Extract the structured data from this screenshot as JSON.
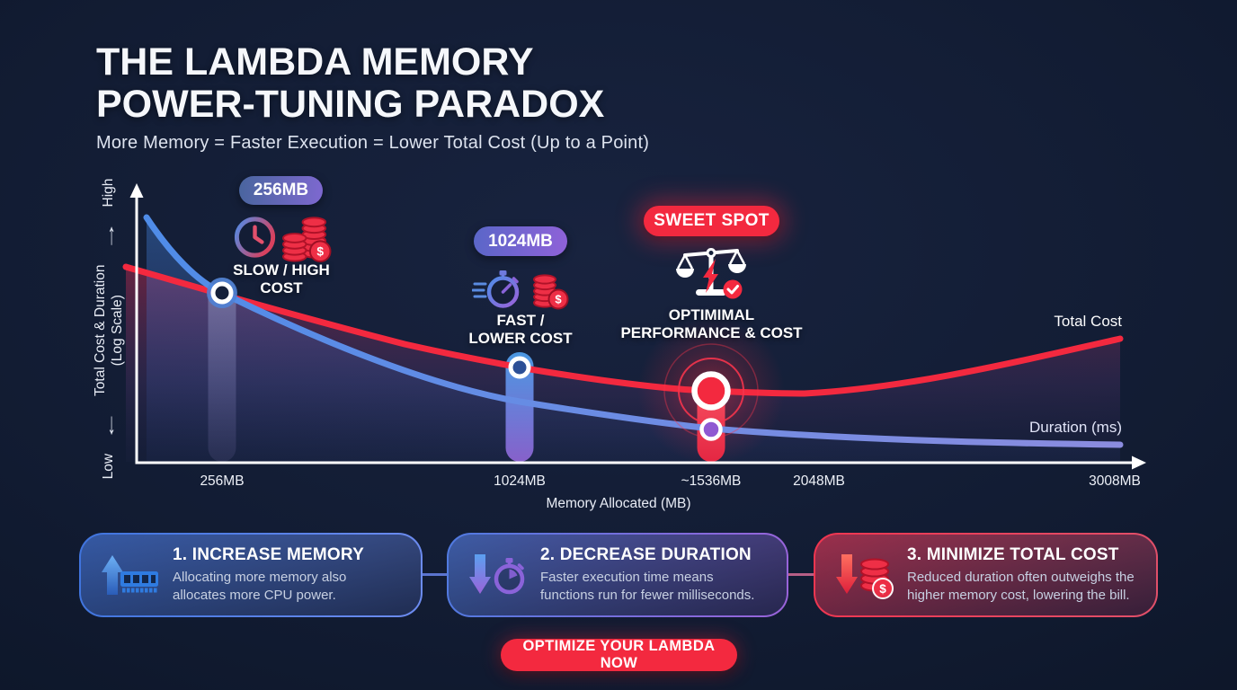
{
  "header": {
    "title_line1": "THE LAMBDA MEMORY",
    "title_line2": "POWER-TUNING PARADOX",
    "subtitle": "More Memory = Faster Execution = Lower Total Cost (Up to a Point)"
  },
  "chart": {
    "y_axis": {
      "high": "High",
      "low": "Low",
      "arrow_to_high": "→",
      "arrow_to_low": "←",
      "label_line1": "Total Cost & Duration",
      "label_line2": "(Log Scale)"
    },
    "x_axis": {
      "label": "Memory Allocated (MB)",
      "ticks": [
        "256MB",
        "1024MB",
        "~1536MB",
        "2048MB",
        "3008MB"
      ]
    },
    "legend": {
      "total_cost": "Total Cost",
      "duration": "Duration (ms)"
    },
    "annotations": {
      "low": {
        "badge": "256MB",
        "caption_line1": "SLOW / HIGH",
        "caption_line2": "COST"
      },
      "mid": {
        "badge": "1024MB",
        "caption_line1": "FAST /",
        "caption_line2": "LOWER COST"
      },
      "sweet": {
        "badge": "SWEET SPOT",
        "caption_line1": "OPTIMIMAL",
        "caption_line2": "PERFORMANCE & COST"
      }
    }
  },
  "chart_data": {
    "type": "line",
    "title": "The Lambda Memory Power-Tuning Paradox",
    "xlabel": "Memory Allocated (MB)",
    "ylabel": "Total Cost & Duration (Log Scale)",
    "x_ticks": [
      "256MB",
      "1024MB",
      "~1536MB",
      "2048MB",
      "3008MB"
    ],
    "x_scale_note": "stylized non-linear memory axis, no numeric y ticks (qualitative Low to High)",
    "y_scale": "relative position, 0 = Low, 1 = High",
    "series": [
      {
        "name": "Duration (ms)",
        "color": "#6f8ce4",
        "x_mb": [
          128,
          256,
          512,
          1024,
          1536,
          2048,
          3008
        ],
        "y_rel": [
          0.91,
          0.63,
          0.42,
          0.23,
          0.13,
          0.1,
          0.07
        ]
      },
      {
        "name": "Total Cost",
        "color": "#f3293f",
        "x_mb": [
          128,
          256,
          512,
          1024,
          1536,
          2048,
          3008
        ],
        "y_rel": [
          0.72,
          0.62,
          0.5,
          0.36,
          0.27,
          0.26,
          0.46
        ]
      }
    ],
    "highlights": [
      {
        "x": "256MB",
        "label": "SLOW / HIGH COST"
      },
      {
        "x": "1024MB",
        "label": "FAST / LOWER COST"
      },
      {
        "x": "~1536MB",
        "label": "SWEET SPOT — OPTIMIMAL PERFORMANCE & COST"
      }
    ],
    "legend_position": "right edge, inline with each curve",
    "grid": false
  },
  "steps": [
    {
      "title": "1. INCREASE MEMORY",
      "body_line1": "Allocating more memory also",
      "body_line2": "allocates more CPU power."
    },
    {
      "title": "2. DECREASE DURATION",
      "body_line1": "Faster execution time means",
      "body_line2": "functions run for fewer milliseconds."
    },
    {
      "title": "3. MINIMIZE TOTAL COST",
      "body_line1": "Reduced duration often outweighs the",
      "body_line2": "higher memory cost, lowering the bill."
    }
  ],
  "cta": {
    "label": "OPTIMIZE YOUR LAMBDA NOW"
  },
  "icons": {
    "dollar": "$"
  },
  "colors": {
    "background": "#121c33",
    "accent_red": "#f3293f",
    "accent_blue": "#3f7ce0",
    "accent_purple": "#8a63d9"
  }
}
